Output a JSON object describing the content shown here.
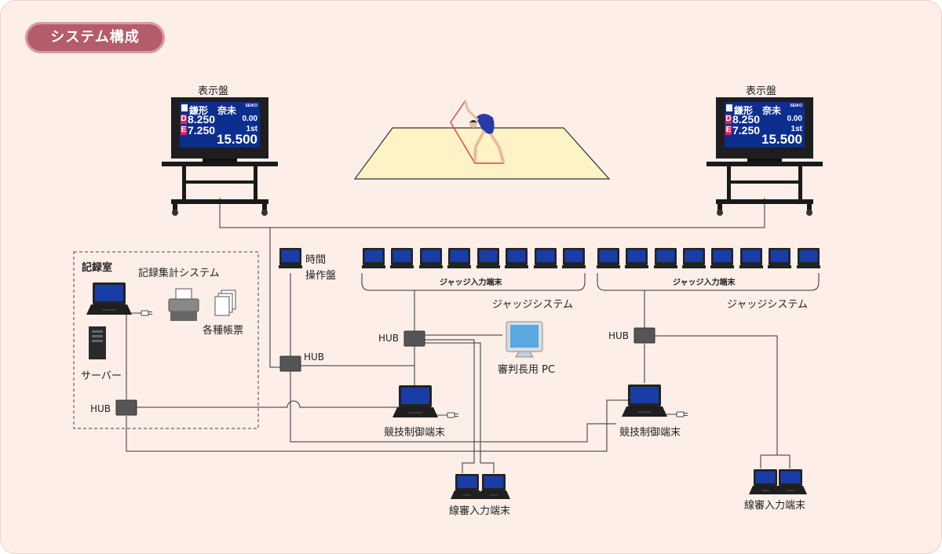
{
  "title": "システム構成",
  "labels": {
    "display_left": "表示盤",
    "display_right": "表示盤",
    "record_room": "記録室",
    "record_system": "記録集計システム",
    "forms": "各種帳票",
    "server": "サーバー",
    "timer_line1": "時間",
    "timer_line2": "操作盤",
    "hub": "HUB",
    "judge_input": "ジャッジ入力端末",
    "judge_system": "ジャッジシステム",
    "head_judge_pc": "審判長用 PC",
    "control_terminal": "競技制御端末",
    "line_judge_terminal": "線審入力端末"
  },
  "scoreboard": {
    "name": "鎌形　奈未",
    "brand": "SEIKO",
    "d_label": "D",
    "d_value": "8.250",
    "e_label": "E",
    "e_value": "7.250",
    "deduction": "0.00",
    "rank": "1st",
    "total": "15.500"
  },
  "colors": {
    "background": "#fdeee8",
    "title_badge": "#b55c6a",
    "screen_blue": "#1a3ca6",
    "scoreboard_blue": "#0c2e8f",
    "score_red": "#e0245e",
    "floor": "#fdf3c4",
    "line": "#333333"
  }
}
